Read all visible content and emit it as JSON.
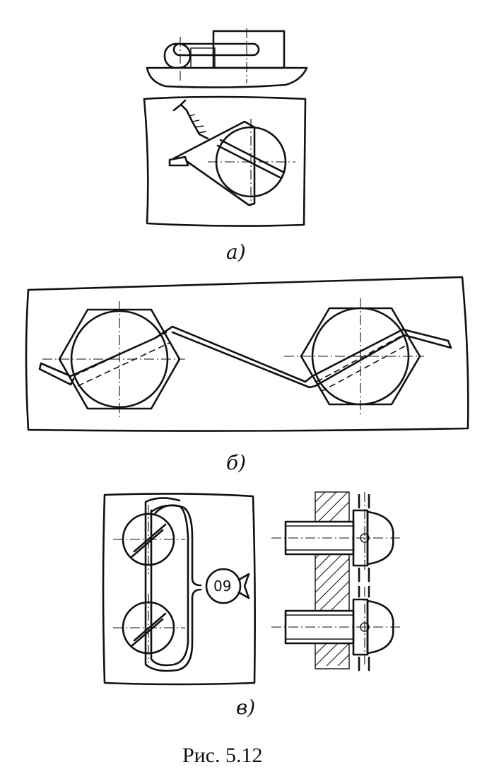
{
  "figure": {
    "caption": "Рис.  5.12",
    "panels": [
      {
        "id": "a",
        "label": "а)"
      },
      {
        "id": "b",
        "label": "б)"
      },
      {
        "id": "v",
        "label": "в)",
        "seal_text": "09"
      }
    ]
  }
}
